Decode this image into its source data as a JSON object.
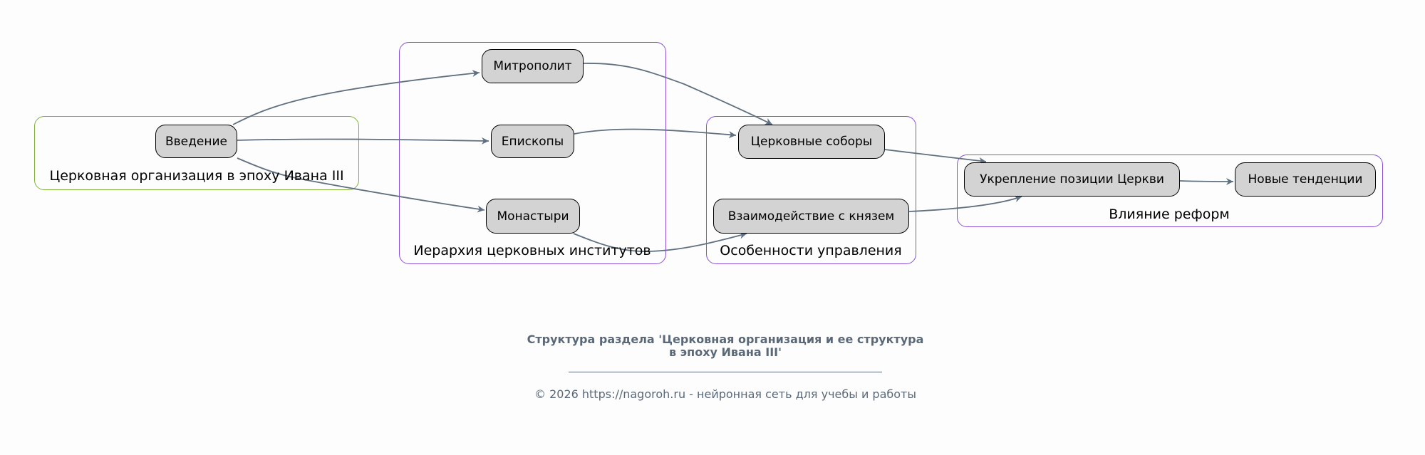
{
  "clusters": {
    "intro": "Церковная организация в эпоху Ивана III",
    "hierarchy": "Иерархия церковных институтов",
    "management": "Особенности управления",
    "reforms": "Влияние реформ"
  },
  "nodes": {
    "intro": "Введение",
    "metropolitan": "Митрополит",
    "bishops": "Епископы",
    "monasteries": "Монастыри",
    "councils": "Церковные соборы",
    "prince": "Взаимодействие с князем",
    "strengthening": "Укрепление позиции Церкви",
    "trends": "Новые тенденции"
  },
  "edges": [
    [
      "Введение",
      "Митрополит"
    ],
    [
      "Введение",
      "Епископы"
    ],
    [
      "Введение",
      "Монастыри"
    ],
    [
      "Митрополит",
      "Церковные соборы"
    ],
    [
      "Епископы",
      "Церковные соборы"
    ],
    [
      "Монастыри",
      "Взаимодействие с князем"
    ],
    [
      "Церковные соборы",
      "Укрепление позиции Церкви"
    ],
    [
      "Взаимодействие с князем",
      "Укрепление позиции Церкви"
    ],
    [
      "Укрепление позиции Церкви",
      "Новые тенденции"
    ]
  ],
  "colors": {
    "edge": "#607080",
    "node_fill": "#d3d3d3",
    "cluster_purple": "#8a4fd8",
    "cluster_green": "#7fb13a"
  },
  "footer": {
    "title": "Структура раздела 'Церковная организация и ее структура в эпоху Ивана III'",
    "copyright": "© 2026 https://nagoroh.ru - нейронная сеть для учебы и работы"
  }
}
